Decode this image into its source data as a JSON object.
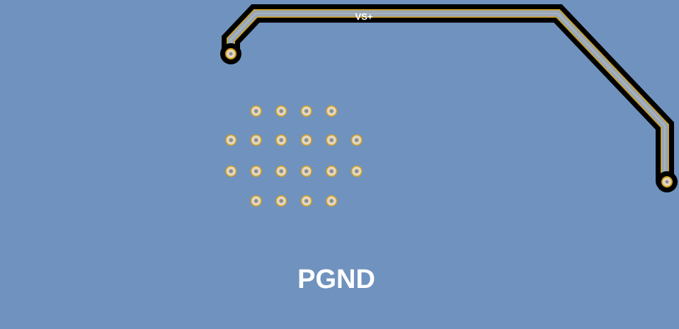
{
  "board": {
    "plane_color": "#7092be",
    "trace_clearance_color": "#000000",
    "trace_outline_color": "#d4a017",
    "trace_fill_color": "#9aa7b4",
    "via_ring_color": "#d4a017",
    "via_pad_color": "#e3d7c3",
    "via_hole_color": "#8c8c8c"
  },
  "labels": {
    "trace_net": "VS+",
    "plane_net": "PGND"
  },
  "via_array": {
    "rows": [
      {
        "count": 4
      },
      {
        "count": 6
      },
      {
        "count": 6
      },
      {
        "count": 4
      }
    ],
    "total": 20
  }
}
